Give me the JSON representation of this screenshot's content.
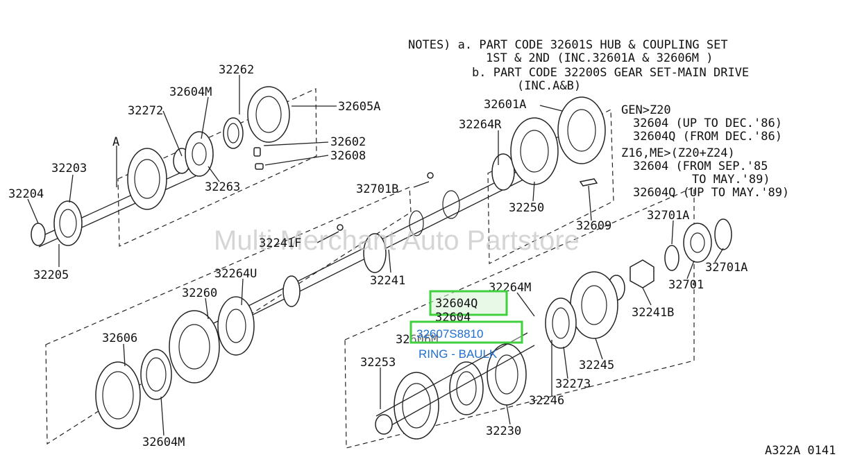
{
  "notes": {
    "line1": "NOTES)  a. PART CODE 32601S HUB & COUPLING SET",
    "line2": "1ST & 2ND (INC.32601A &  32606M )",
    "line3": "b. PART CODE 32200S GEAR SET-MAIN DRIVE",
    "line4": "(INC.A&B)"
  },
  "variants": {
    "gen_header": "GEN>Z20",
    "gen_row1": "32604   (UP TO DEC.'86)",
    "gen_row2": "32604Q (FROM DEC.'86)",
    "z16_header": "Z16,ME>(Z20+Z24)",
    "z16_row1": "32604   (FROM SEP.'85",
    "z16_row2": "TO MAY.'89)",
    "z16_row3": "32604Q (UP TO MAY.'89)"
  },
  "parts": {
    "p32262": "32262",
    "p32604M_top": "32604M",
    "p32605A": "32605A",
    "p32272": "32272",
    "p32602": "32602",
    "p32608": "32608",
    "pA": "A",
    "p32203": "32203",
    "p32263": "32263",
    "p32204": "32204",
    "p32205": "32205",
    "p32601A": "32601A",
    "p32264R": "32264R",
    "p32701B": "32701B",
    "p32250": "32250",
    "p32609": "32609",
    "p32241F": "32241F",
    "p32241": "32241",
    "p32264U": "32264U",
    "p32260": "32260",
    "p32606": "32606",
    "p32604M_bottom": "32604M",
    "p32701A_top": "32701A",
    "p32701A_right": "32701A",
    "p32701": "32701",
    "p32241B": "32241B",
    "p32264M": "32264M",
    "p32604Q": "32604Q",
    "p32604": "32604",
    "p32607_hl": "32607S8810",
    "p32606M": "32606M",
    "p32253": "32253",
    "p32245": "32245",
    "p32273": "32273",
    "p32246": "32246",
    "p32230": "32230"
  },
  "tooltip": "RING - BAULK",
  "watermark": "Multi Merchant Auto Partstore",
  "diagram_code": "A322A 0141",
  "colors": {
    "highlight_green": "#3fcf3f",
    "highlight_fill": "#d8f5d8",
    "tooltip_blue": "#1e6fd0",
    "ink": "#222222"
  }
}
